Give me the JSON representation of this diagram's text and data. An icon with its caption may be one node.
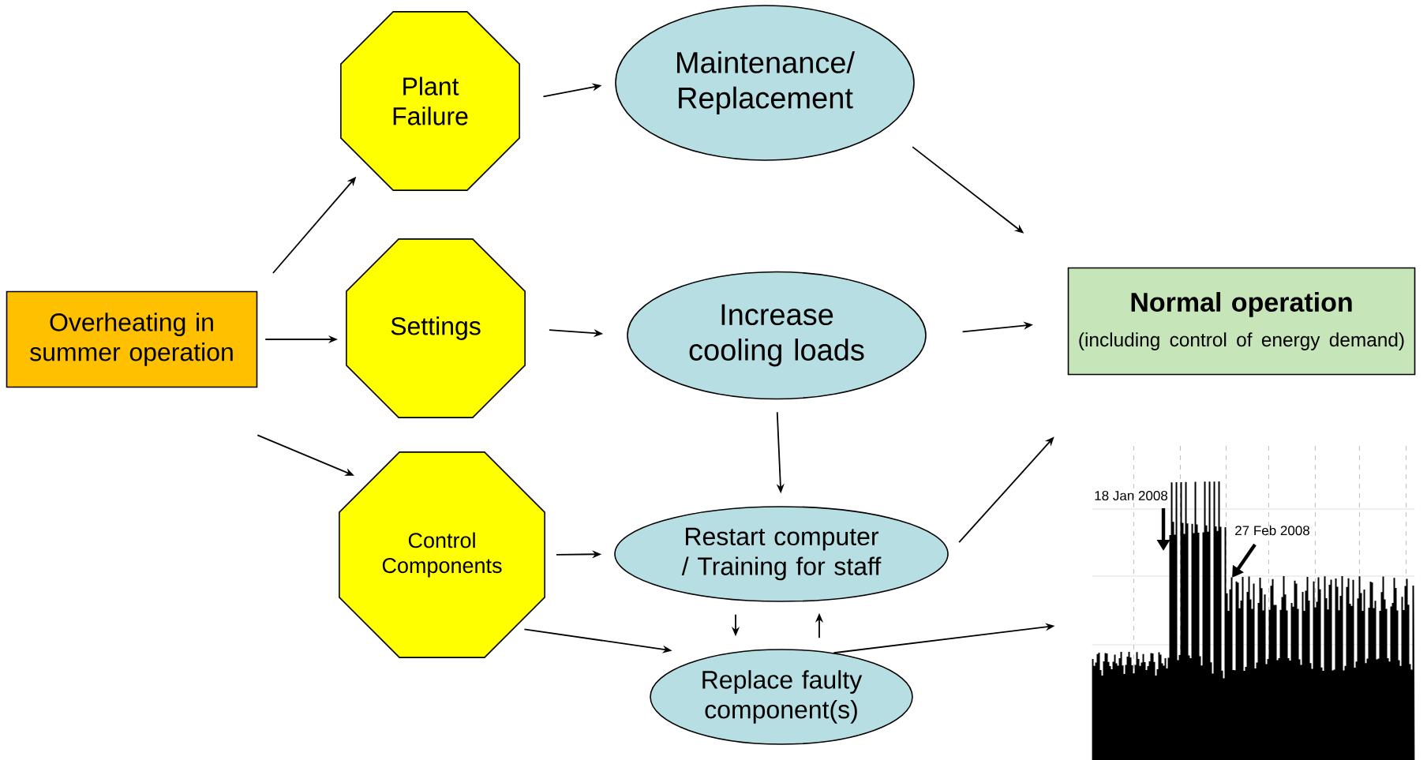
{
  "diagram": {
    "nodes": [
      {
        "text": [
          "Overheating in summer operation"
        ]
      },
      {
        "text": [
          "Plant Failure"
        ]
      },
      {
        "text": [
          "Settings"
        ]
      },
      {
        "text": [
          "Control Components"
        ]
      },
      {
        "text": [
          "Maintenance/ Replacement"
        ]
      },
      {
        "text": [
          "Increase cooling loads"
        ]
      },
      {
        "text": [
          "Restart computer / Training for staff"
        ]
      },
      {
        "text": [
          "Replace faulty component(s)"
        ]
      },
      {
        "text": [
          "Normal operation",
          "(including control of energy demand)"
        ]
      },
      {
        "text": [],
        "shape": "picture"
      }
    ],
    "edges": [
      {
        "from": 0,
        "to": 1,
        "arrow": "to"
      },
      {
        "from": 0,
        "to": 2,
        "arrow": "to"
      },
      {
        "from": 0,
        "to": 3,
        "arrow": "to"
      },
      {
        "from": 1,
        "to": 4,
        "arrow": "to"
      },
      {
        "from": 2,
        "to": 5,
        "arrow": "to"
      },
      {
        "from": 3,
        "to": 6,
        "arrow": "to"
      },
      {
        "from": 3,
        "to": 7,
        "arrow": "to"
      },
      {
        "from": 4,
        "to": 8,
        "arrow": "to"
      },
      {
        "from": 5,
        "to": 8,
        "arrow": "to"
      },
      {
        "from": 5,
        "to": 6,
        "arrow": "to"
      },
      {
        "from": 6,
        "to": 8,
        "arrow": "to"
      },
      {
        "from": 6,
        "to": 7,
        "arrow": "to"
      },
      {
        "from": 7,
        "to": 6,
        "arrow": "to"
      },
      {
        "from": 7,
        "to": 9,
        "arrow": "to"
      }
    ],
    "labels": [
      "18 Jan 2008",
      "27 Feb 2008"
    ]
  }
}
